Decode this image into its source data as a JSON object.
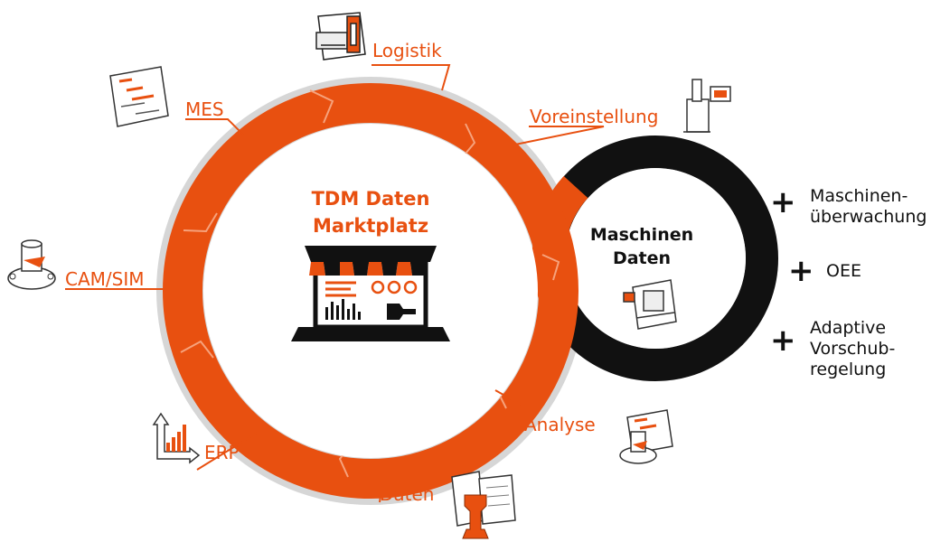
{
  "center": {
    "line1": "TDM Daten",
    "line2": "Marktplatz"
  },
  "machine": {
    "line1": "Maschinen",
    "line2": "Daten"
  },
  "labels": {
    "logistik": "Logistik",
    "voreinstellung": "Voreinstellung",
    "mes": "MES",
    "camsim": "CAM/SIM",
    "erp": "ERP",
    "daten": "Daten",
    "analyse": "Analyse"
  },
  "features": [
    {
      "lines": [
        "Maschinen-",
        "überwachung"
      ]
    },
    {
      "lines": [
        "OEE"
      ]
    },
    {
      "lines": [
        "Adaptive",
        "Vorschub-",
        "regelung"
      ]
    }
  ],
  "plus_symbol": "+",
  "colors": {
    "accent": "#e85010",
    "dark": "#111111",
    "ring_outline": "#d6d6d6"
  },
  "icons": [
    "gantt-chart-icon",
    "tool-cabinet-icon",
    "presetting-machine-icon",
    "tool-holder-icon",
    "bar-chart-icon",
    "document-chess-icon",
    "cnc-machine-icon",
    "storefront-laptop-icon"
  ]
}
